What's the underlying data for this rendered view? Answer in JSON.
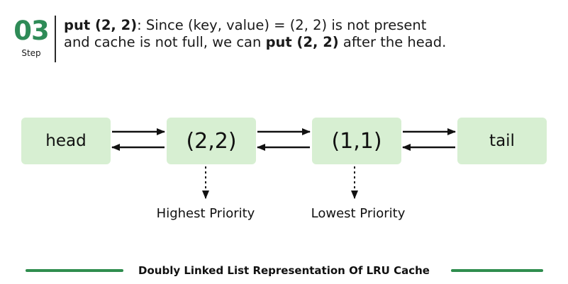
{
  "step": {
    "number": "03",
    "label": "Step"
  },
  "description": {
    "line1_bold": "put (2, 2)",
    "line1_rest": ": Since (key, value) = (2, 2)  is not present",
    "line2_pre": "and cache is not full, we can ",
    "line2_bold": "put (2, 2)",
    "line2_post": " after the head."
  },
  "nodes": [
    {
      "label": "head"
    },
    {
      "label": "(2,2)"
    },
    {
      "label": "(1,1)"
    },
    {
      "label": "tail"
    }
  ],
  "annotations": {
    "highest": "Highest Priority",
    "lowest": "Lowest Priority"
  },
  "caption": "Doubly Linked List Representation Of LRU Cache",
  "colors": {
    "step_number": "#2e8b57",
    "node_fill": "#d7efd2",
    "caption_rule": "#2f8d4e"
  }
}
